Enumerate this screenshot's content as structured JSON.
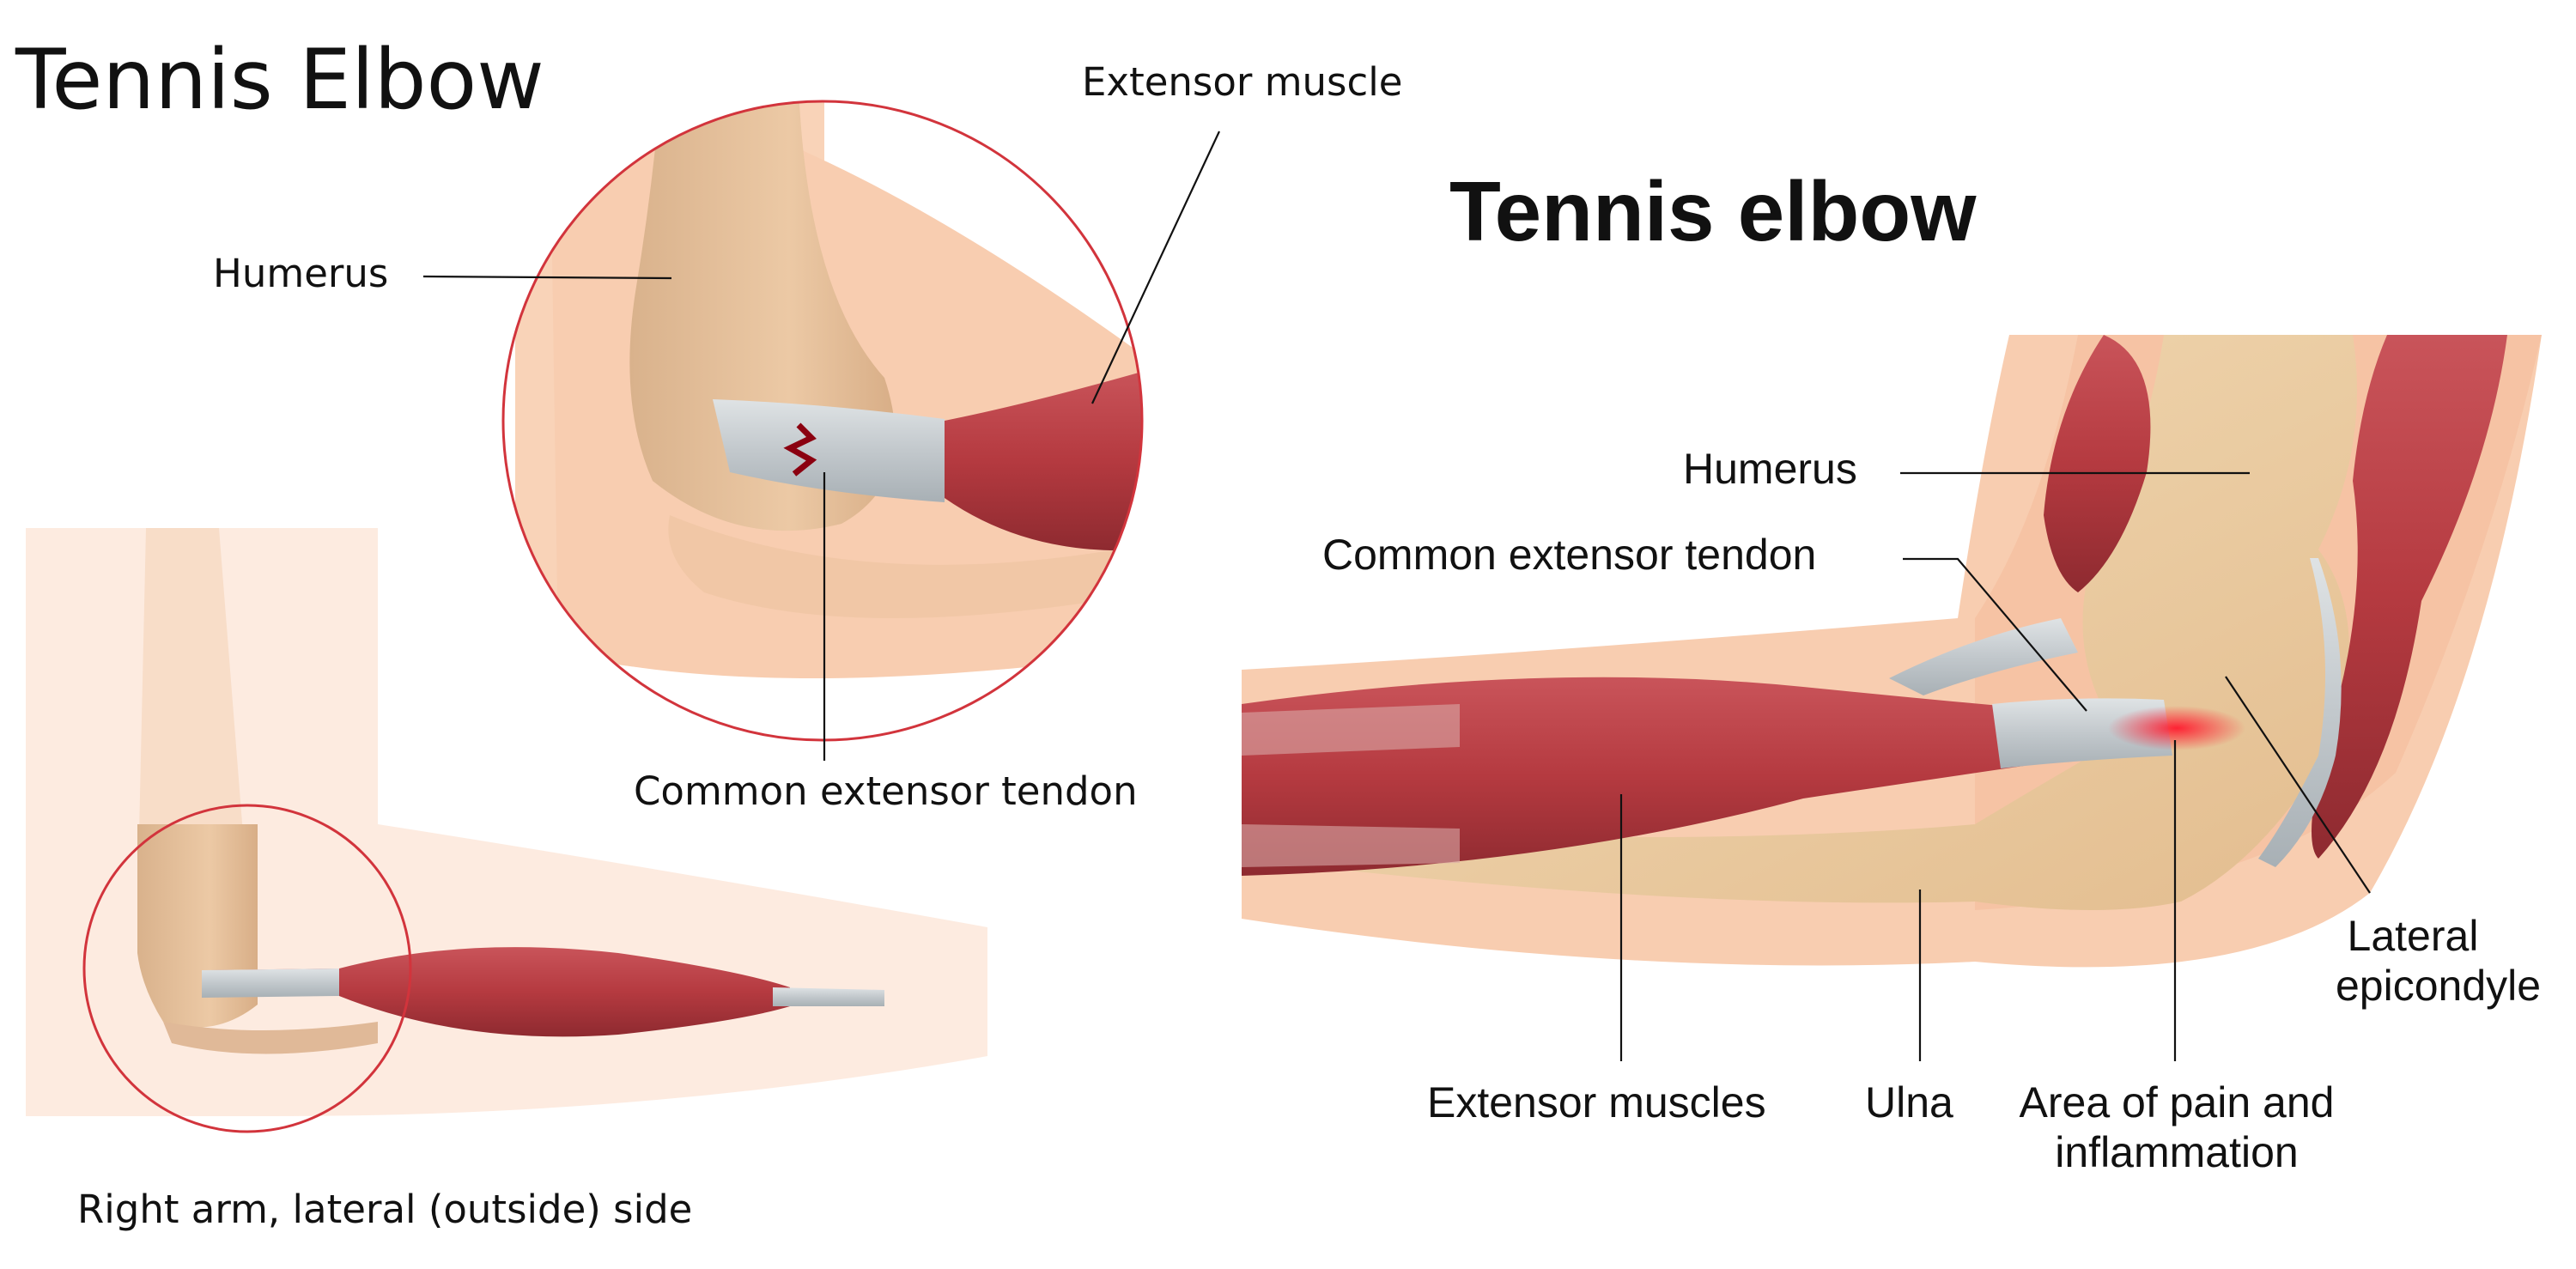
{
  "left_figure": {
    "title": "Tennis Elbow",
    "labels": {
      "humerus": "Humerus",
      "extensor_muscle": "Extensor muscle",
      "common_extensor_tendon": "Common extensor tendon",
      "caption": "Right arm, lateral (outside) side"
    }
  },
  "right_figure": {
    "title": "Tennis elbow",
    "labels": {
      "humerus": "Humerus",
      "common_extensor_tendon": "Common extensor tendon",
      "lateral_epicondyle_line1": "Lateral",
      "lateral_epicondyle_line2": "epicondyle",
      "extensor_muscles": "Extensor muscles",
      "ulna": "Ulna",
      "area_pain_line1": "Area of pain and",
      "area_pain_line2": "inflammation"
    }
  },
  "colors": {
    "skin": "#f8cdb0",
    "bone": "#e9c7a2",
    "muscle": "#b83a40",
    "tendon": "#c9cfd3",
    "circle_stroke": "#d2343c",
    "inflammation": "#e8001a",
    "leader_line": "#111111"
  }
}
